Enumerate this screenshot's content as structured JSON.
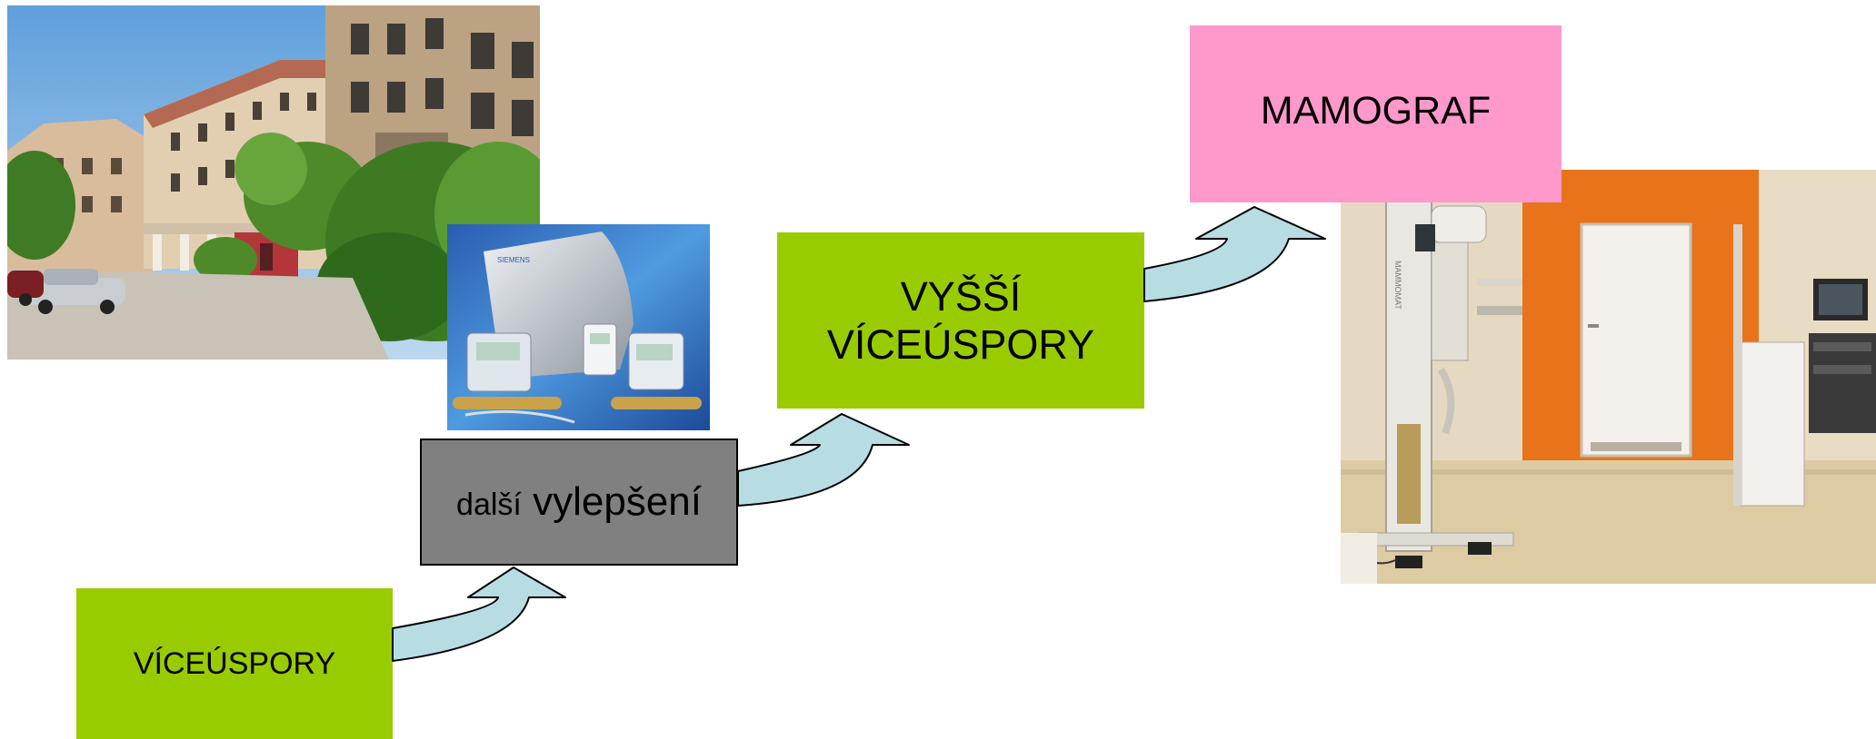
{
  "colors": {
    "green": "#99cc00",
    "gray": "#808080",
    "pink": "#ff99cc",
    "arrow_fill": "#b7dde2",
    "outline": "#000000"
  },
  "boxes": {
    "viceuspory": {
      "label": "VÍCEÚSPORY"
    },
    "dalsi": {
      "label_small": "další",
      "label_large": " vylepšení"
    },
    "vyssi": {
      "line1": "VYŠŠÍ",
      "line2": "VÍCEÚSPORY"
    },
    "mamograf": {
      "label": "MAMOGRAF"
    }
  },
  "photos": {
    "building": {
      "icon": "building-photo-icon"
    },
    "meters": {
      "icon": "heat-meter-photo-icon",
      "brand_text": "SIEMENS"
    },
    "room": {
      "icon": "mammography-room-photo-icon",
      "device_text": "MAMMOMAT"
    }
  },
  "arrows": [
    {
      "icon": "curved-up-arrow-icon",
      "from": "VÍCEÚSPORY",
      "to": "další vylepšení"
    },
    {
      "icon": "curved-up-arrow-icon",
      "from": "další vylepšení",
      "to": "VYŠŠÍ VÍCEÚSPORY"
    },
    {
      "icon": "curved-up-arrow-icon",
      "from": "VYŠŠÍ VÍCEÚSPORY",
      "to": "MAMOGRAF"
    }
  ]
}
